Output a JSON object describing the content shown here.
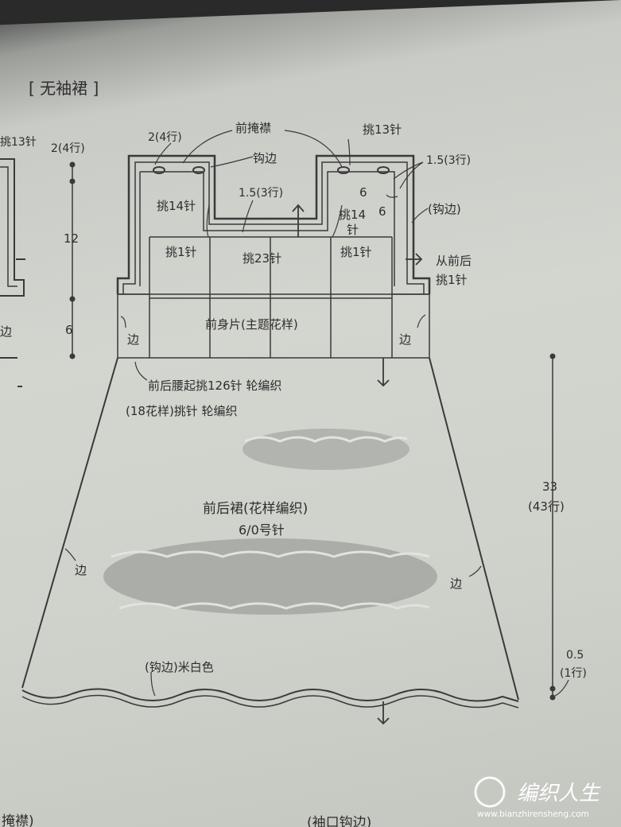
{
  "title": "[ 无袖裙 ]",
  "labels": {
    "front_placket": "前掩襟",
    "two_rows": "2(4行)",
    "pick13_top": "挑13针",
    "crochet_edge": "钩边",
    "one_five_center": "1.5(3行)",
    "one_five_right": "1.5(3行)",
    "six_a": "6",
    "six_b": "6",
    "crochet_edge_paren": "(钩边)",
    "pick14_left": "挑14针",
    "pick14_right_a": "挑14",
    "pick14_right_b": "针",
    "pick1_left": "挑1针",
    "pick23": "挑23针",
    "pick1_right": "挑1针",
    "from_front_back_a": "从前后",
    "from_front_back_b": "挑1针",
    "front_body": "前身片(主题花样)",
    "edge_left_body": "边",
    "edge_right_body": "边",
    "waist_pick": "前后腰起挑126针 轮编织",
    "pattern_pick": "(18花样)挑针 轮编织",
    "skirt_title": "前后裙(花样编织)",
    "needle": "6/0号针",
    "edge_left_skirt": "边",
    "edge_right_skirt": "边",
    "hem": "(钩边)米白色"
  },
  "dimensions": {
    "left_top": "2(4行)",
    "left_mid": "12",
    "left_bottom": "6",
    "right_main_a": "33",
    "right_main_b": "(43行)",
    "right_hem_a": "0.5",
    "right_hem_b": "(1行)"
  },
  "partial_left": {
    "pick13": "挑13针",
    "edge": "边"
  },
  "bottom_cut": {
    "left": "掩襟)",
    "right": "(袖口钩边)"
  },
  "watermark": {
    "brand": "编织人生",
    "url": "www.bianzhirensheng.com"
  }
}
